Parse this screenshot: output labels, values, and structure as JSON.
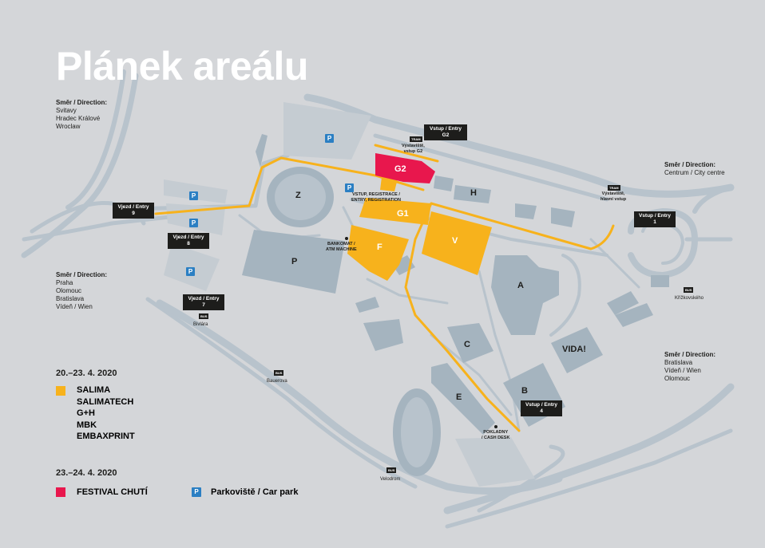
{
  "title": "Plánek areálu",
  "colors": {
    "background": "#d4d6d9",
    "road": "#b8c3cc",
    "building": "#a5b4bf",
    "route": "#f7b21c",
    "festival": "#e8174d",
    "parking": "#2b7fc3",
    "tag": "#1d1d1b"
  },
  "directions": {
    "north_west": {
      "heading": "Směr / Direction:",
      "places": [
        "Svitavy",
        "Hradec Králové",
        "Wroclaw"
      ]
    },
    "east": {
      "heading": "Směr / Direction:",
      "places": [
        "Centrum / City centre"
      ]
    },
    "west": {
      "heading": "Směr / Direction:",
      "places": [
        "Praha",
        "Olomouc",
        "Bratislava",
        "Vídeň / Wien"
      ]
    },
    "south_east": {
      "heading": "Směr / Direction:",
      "places": [
        "Bratislava",
        "Vídeň / Wien",
        "Olomouc"
      ]
    }
  },
  "entries": {
    "g2": {
      "line1": "Vstup / Entry",
      "line2": "G2"
    },
    "e9": {
      "line1": "Vjezd / Entry",
      "line2": "9"
    },
    "e8": {
      "line1": "Vjezd / Entry",
      "line2": "8"
    },
    "e7": {
      "line1": "Vjezd / Entry",
      "line2": "7"
    },
    "e1": {
      "line1": "Vstup / Entry",
      "line2": "1"
    },
    "e4": {
      "line1": "Vstup / Entry",
      "line2": "4"
    }
  },
  "halls": {
    "z": "Z",
    "p": "P",
    "g2": "G2",
    "g1": "G1",
    "f": "F",
    "v": "V",
    "h": "H",
    "a": "A",
    "c": "C",
    "vida": "VIDA!",
    "b": "B",
    "e": "E"
  },
  "parking_symbol": "P",
  "labels": {
    "registration": [
      "VSTUP, REGISTRACE /",
      "ENTRY, REGISTRATION"
    ],
    "atm": [
      "BANKOMAT /",
      "ATM MACHINE"
    ],
    "cash": [
      "POKLADNY",
      "/ CASH DESK"
    ],
    "tram_g2": [
      "Výstaviště,",
      "vstup G2"
    ],
    "tram_main": [
      "Výstaviště,",
      "hlavní vstup"
    ],
    "tram_tag": "TRAM",
    "bus_tag": "BUS",
    "stops": {
      "krizkovskeho": "Křížkovského",
      "bauerova": "Bauerova",
      "bivlava": "Bivlára",
      "velodrom": "Velodrom"
    }
  },
  "legend": {
    "date1": "20.–23. 4. 2020",
    "events1": [
      "SALIMA",
      "SALIMATECH",
      "G+H",
      "MBK",
      "EMBAXPRINT"
    ],
    "date2": "23.–24. 4. 2020",
    "event2": "FESTIVAL CHUTÍ",
    "parking": "Parkoviště / Car park"
  }
}
